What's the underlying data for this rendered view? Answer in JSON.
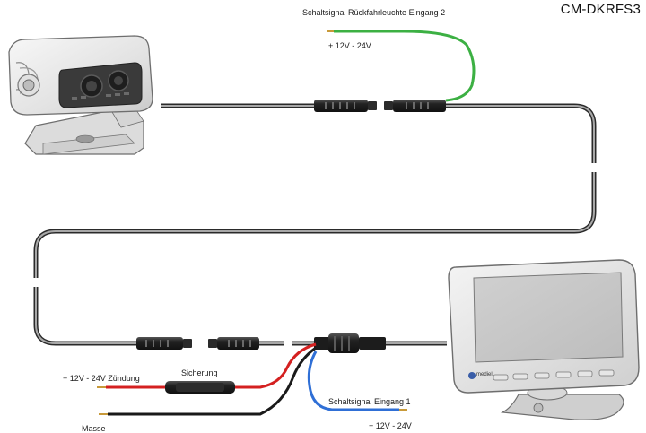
{
  "model_code": "CM-DKRFS3",
  "labels": {
    "reverse_signal": "Schaltsignal Rückfahrleuchte Eingang 2",
    "supply_top": "+ 12V - 24V",
    "ignition": "+ 12V - 24V Zündung",
    "fuse": "Sicherung",
    "ground": "Masse",
    "signal_input_1": "Schaltsignal Eingang 1",
    "supply_bottom": "+ 12V - 24V"
  },
  "brand": "mediel",
  "colors": {
    "cable": "#2a2a2a",
    "cable_highlight": "#9a9a9a",
    "green_wire": "#3cb043",
    "red_wire": "#d42020",
    "blue_wire": "#2f6fd6",
    "black_wire": "#1a1a1a",
    "device_body": "#e9e9e9",
    "device_edge": "#8a8a8a"
  }
}
